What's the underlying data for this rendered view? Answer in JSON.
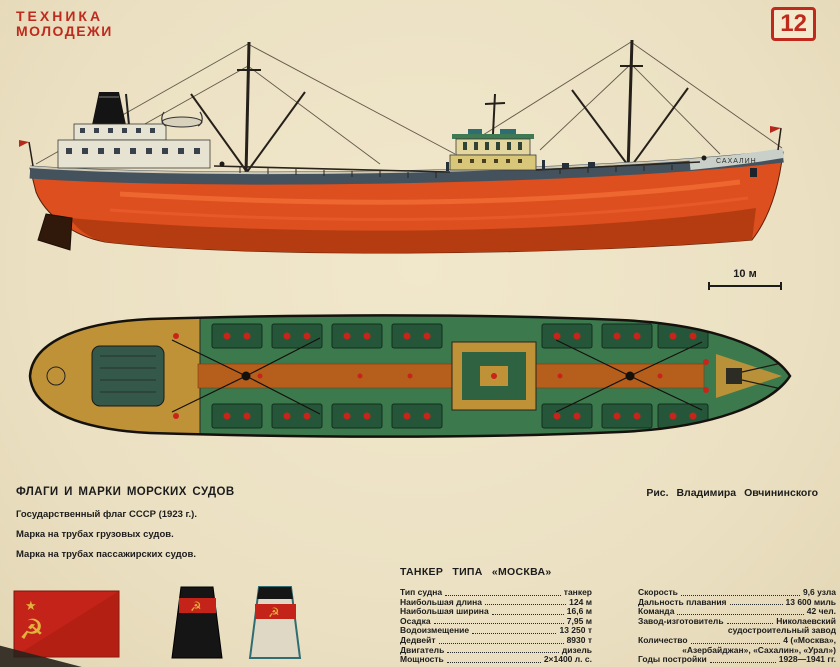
{
  "page": {
    "logo_line1": "ТЕХНИКА",
    "logo_line2": "МОЛОДЕЖИ",
    "issue_number": "12",
    "credit": "Рис. Владимира Овчининского",
    "scale_label": "10 м",
    "ship_name_on_hull": "САХАЛИН"
  },
  "flags_section": {
    "title": "ФЛАГИ И МАРКИ МОРСКИХ СУДОВ",
    "items": [
      "Государственный флаг СССР (1923 г.).",
      "Марка на трубах грузовых судов.",
      "Марка на трубах пассажирских судов."
    ]
  },
  "specs": {
    "title": "ТАНКЕР ТИПА «МОСКВА»",
    "left": [
      {
        "label": "Тип судна",
        "value": "танкер"
      },
      {
        "label": "Наибольшая длина",
        "value": "124 м"
      },
      {
        "label": "Наибольшая ширина",
        "value": "16,6 м"
      },
      {
        "label": "Осадка",
        "value": "7,95 м"
      },
      {
        "label": "Водоизмещение",
        "value": "13 250 т"
      },
      {
        "label": "Дедвейт",
        "value": "8930 т"
      },
      {
        "label": "Двигатель",
        "value": "дизель"
      },
      {
        "label": "Мощность",
        "value": "2×1400 л. с."
      }
    ],
    "right": [
      {
        "label": "Скорость",
        "value": "9,6 узла"
      },
      {
        "label": "Дальность плавания",
        "value": "13 600 миль"
      },
      {
        "label": "Команда",
        "value": "42 чел."
      },
      {
        "label": "Завод-изготовитель",
        "value": "Николаевский",
        "value2": "судостроительный завод"
      },
      {
        "label": "Количество",
        "value": "4 («Москва»,",
        "value2": "«Азербайджан», «Сахалин», «Урал»)"
      },
      {
        "label": "Годы постройки",
        "value": "1928—1941 гг."
      }
    ]
  },
  "colors": {
    "paper": "#ece1c3",
    "accent_red": "#bf2a1d",
    "hull_orange": "#dd4f1e",
    "hull_band": "#44525e",
    "deck_green": "#3c7a4e",
    "ochre": "#c09238",
    "dot_red": "#c8241a",
    "flag_red": "#c32318",
    "emblem_gold": "#e2b33c"
  }
}
